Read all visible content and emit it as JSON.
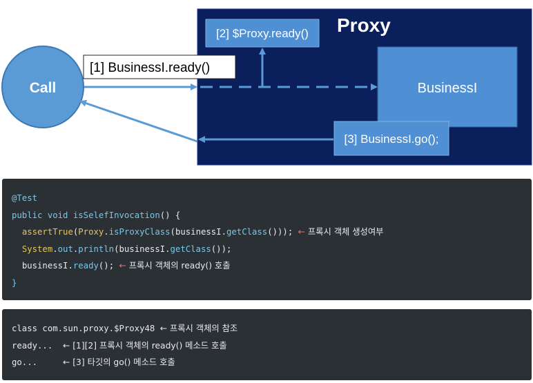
{
  "diagram": {
    "call_label": "Call",
    "proxy_title": "Proxy",
    "target_label": "BusinessI",
    "step1_label": "[1] BusinessI.ready()",
    "step2_label": "[2] $Proxy.ready()",
    "step3_label": "[3] BusinessI.go();",
    "colors": {
      "circle": "#5b9bd5",
      "proxy_bg": "#0a1f5c",
      "target": "#4f8fd3",
      "arrow": "#5b9bd5"
    }
  },
  "code1": {
    "annotation": "@Test",
    "sig_kw1": "public",
    "sig_kw2": "void",
    "sig_name": "isSelefInvocation",
    "sig_rest": "() {",
    "l3_fn1": "assertTrue",
    "l3_p1": "(",
    "l3_cls": "Proxy",
    "l3_dot1": ".",
    "l3_fn2": "isProxyClass",
    "l3_p2": "(businessI.",
    "l3_fn3": "getClass",
    "l3_p3": "())); ",
    "l3_arrow": "←",
    "l3_comment": " 프록시 객체 생성여부",
    "l4_cls": "System",
    "l4_dot1": ".",
    "l4_field": "out",
    "l4_dot2": ".",
    "l4_fn": "println",
    "l4_p1": "(businessI.",
    "l4_fn2": "getClass",
    "l4_p2": "());",
    "l5_obj": "businessI.",
    "l5_fn": "ready",
    "l5_p": "(); ",
    "l5_arrow": "←",
    "l5_comment": " 프록시 객체의 ready() 호출",
    "close": "}"
  },
  "code2": {
    "lines": [
      {
        "text": "class com.sun.proxy.$Proxy48 ",
        "note": "← 프록시 객체의 참조"
      },
      {
        "text": "ready...  ",
        "note": "← [1][2] 프록시 객체의 ready() 메소드 호출"
      },
      {
        "text": "go...     ",
        "note": "← [3] 타깃의 go() 메소드 호출"
      }
    ]
  }
}
